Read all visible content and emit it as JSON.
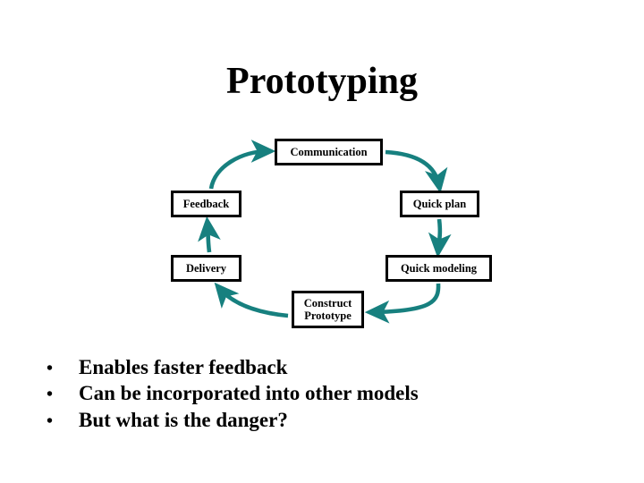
{
  "slide": {
    "title": "Prototyping",
    "background_color": "#ffffff",
    "text_color": "#000000",
    "accent_color": "#17807f"
  },
  "diagram": {
    "type": "cycle",
    "direction": "clockwise-from-communication",
    "box_border_color": "#000000",
    "arrow_color": "#17807f",
    "nodes": [
      {
        "id": "communication",
        "label": "Communication"
      },
      {
        "id": "quick-plan",
        "label": "Quick plan"
      },
      {
        "id": "quick-modeling",
        "label": "Quick modeling"
      },
      {
        "id": "construct-prototype",
        "label": "Construct\nPrototype"
      },
      {
        "id": "delivery",
        "label": "Delivery"
      },
      {
        "id": "feedback",
        "label": "Feedback"
      }
    ],
    "edges": [
      {
        "from": "communication",
        "to": "quick-plan"
      },
      {
        "from": "quick-plan",
        "to": "quick-modeling"
      },
      {
        "from": "quick-modeling",
        "to": "construct-prototype"
      },
      {
        "from": "construct-prototype",
        "to": "delivery"
      },
      {
        "from": "delivery",
        "to": "feedback"
      },
      {
        "from": "feedback",
        "to": "communication"
      }
    ]
  },
  "bullets": {
    "marker": "•",
    "items": [
      "Enables faster feedback",
      "Can be incorporated into other models",
      "But what is the danger?"
    ]
  }
}
